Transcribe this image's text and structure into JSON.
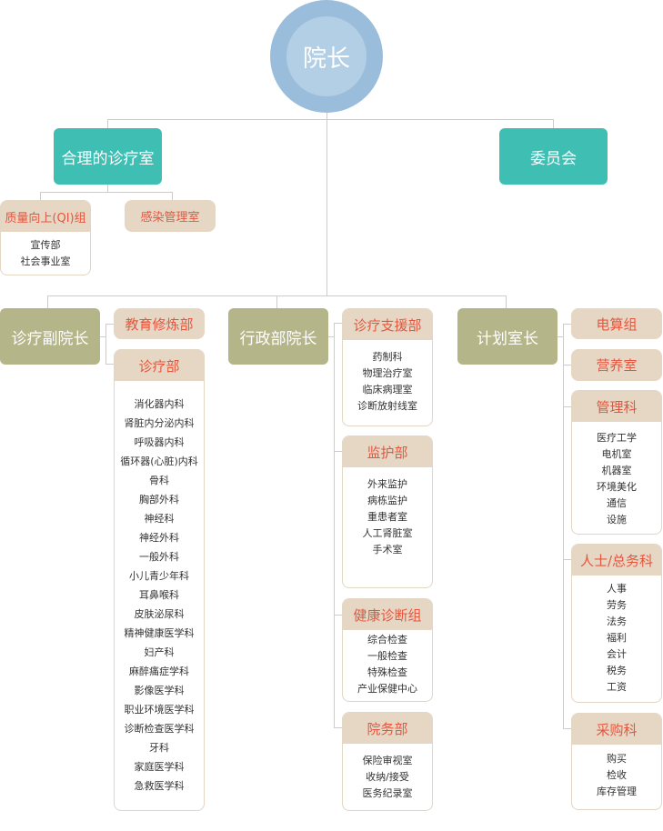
{
  "top": {
    "label": "院长"
  },
  "level1": {
    "left": "合理的诊疗室",
    "right": "委员会"
  },
  "sub_left": {
    "quality_title": "质量向上(QI)组",
    "quality_items": [
      "宣传部",
      "社会事业室"
    ],
    "infection": "感染管理室"
  },
  "col1": {
    "head": "诊疗副院长",
    "education": "教育修炼部",
    "clinic": {
      "title": "诊疗部",
      "items": [
        "消化器内科",
        "肾脏内分泌内科",
        "呼吸器内科",
        "循环器(心脏)内科",
        "骨科",
        "胸部外科",
        "神经科",
        "神经外科",
        "一般外科",
        "小儿青少年科",
        "耳鼻喉科",
        "皮肤泌尿科",
        "精神健康医学科",
        "妇产科",
        "麻醉痛症学科",
        "影像医学科",
        "职业环境医学科",
        "诊断检查医学科",
        "牙科",
        "家庭医学科",
        "急救医学科"
      ]
    }
  },
  "col2": {
    "head": "行政部院长",
    "support": {
      "title": "诊疗支援部",
      "items": [
        "药制科",
        "物理治疗室",
        "临床病理室",
        "诊断放射线室"
      ]
    },
    "monitor": {
      "title": "监护部",
      "items": [
        "外来监护",
        "病栋监护",
        "重患者室",
        "人工肾脏室",
        "手术室"
      ]
    },
    "health": {
      "title": "健康诊断组",
      "items": [
        "综合检查",
        "一般检查",
        "特殊检查",
        "产业保健中心"
      ]
    },
    "affairs": {
      "title": "院务部",
      "items": [
        "保险审视室",
        "收纳/接受",
        "医务纪录室"
      ]
    }
  },
  "col3": {
    "head": "计划室长",
    "computing": "电算组",
    "nutrition": "营养室",
    "mgmt": {
      "title": "管理科",
      "items": [
        "医疗工学",
        "电机室",
        "机器室",
        "环境美化",
        "通信",
        "设施"
      ]
    },
    "hr": {
      "title": "人士/总务科",
      "items": [
        "人事",
        "劳务",
        "法务",
        "福利",
        "会计",
        "税务",
        "工资"
      ]
    },
    "purchase": {
      "title": "采购科",
      "items": [
        "购买",
        "检收",
        "库存管理"
      ]
    }
  }
}
